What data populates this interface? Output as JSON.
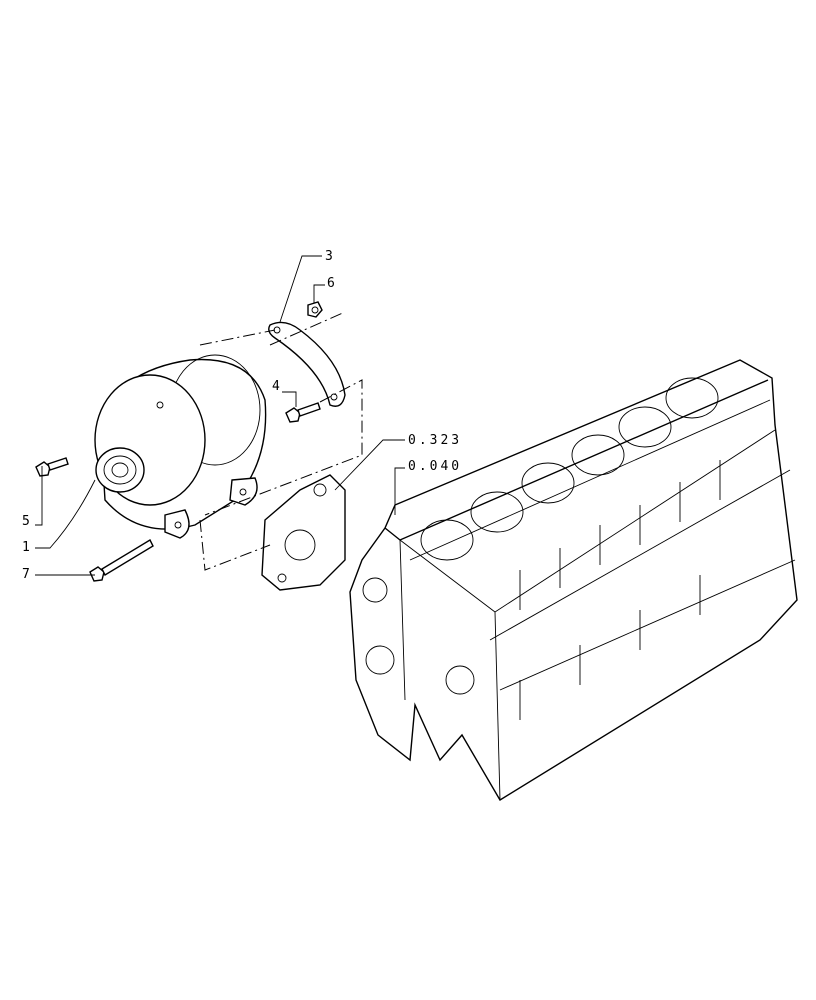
{
  "diagram": {
    "title": "Alternator and engine block exploded parts view",
    "callouts": {
      "c1": "1",
      "c3": "3",
      "c4": "4",
      "c5": "5",
      "c6": "6",
      "c7": "7",
      "ref_0323": "0.323",
      "ref_0040": "0.040"
    }
  }
}
